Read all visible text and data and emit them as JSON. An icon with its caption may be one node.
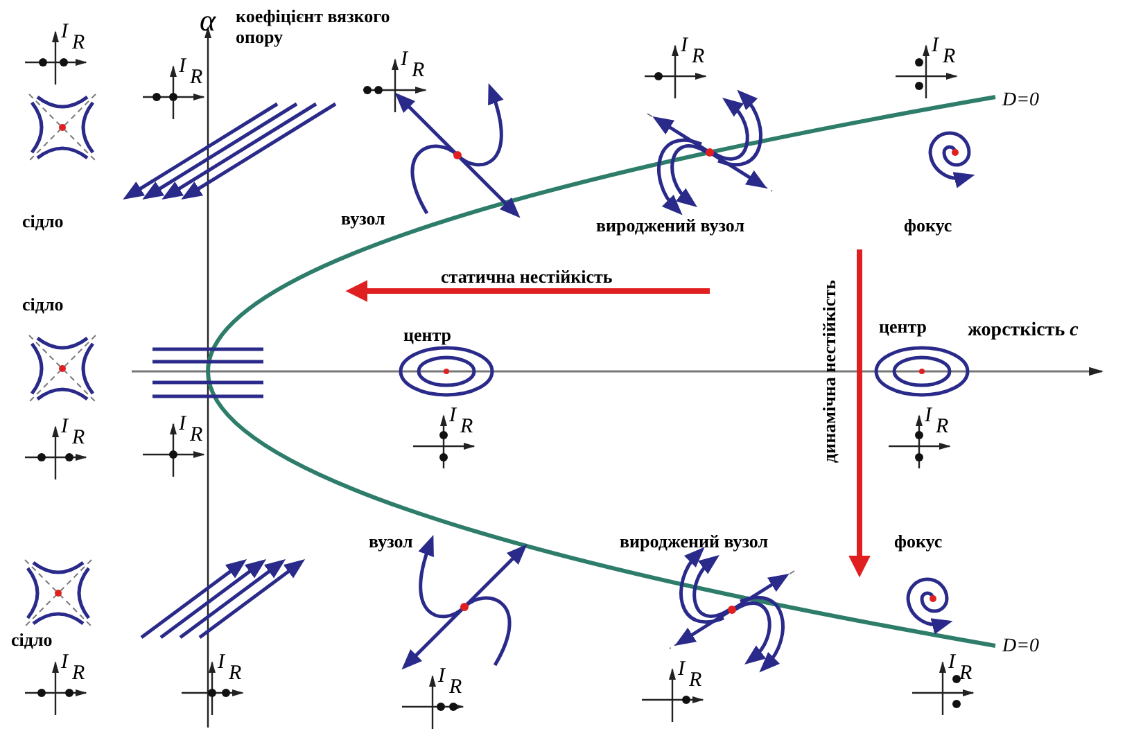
{
  "diagram": {
    "labels": [
      "α",
      "коефіцієнт вязкого опору",
      "D=0",
      "сідло",
      "вузол",
      "вироджений вузол",
      "фокус",
      "статична нестійкість",
      "динамічна нестійкість",
      "сідло",
      "центр",
      "центр",
      "жорсткість *c*",
      "вузол",
      "вироджений вузол",
      "фокус",
      "сідло",
      "D=0",
      "I",
      "R",
      "I",
      "R",
      "I",
      "R",
      "I",
      "R",
      "I",
      "R",
      "I",
      "R",
      "I",
      "R",
      "I",
      "R",
      "I",
      "R",
      "I",
      "R",
      "I",
      "R",
      "I",
      "R",
      "I",
      "R",
      "I",
      "R"
    ]
  }
}
